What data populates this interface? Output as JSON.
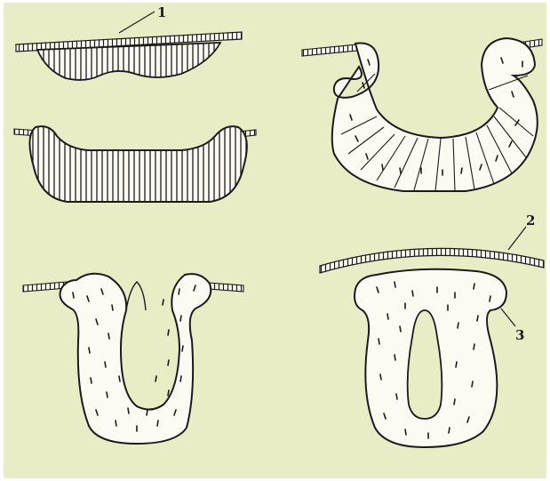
{
  "figure": {
    "labels": {
      "label_1": "1",
      "label_2": "2",
      "label_3": "3"
    },
    "colors": {
      "background": "#e9edc6",
      "tissue_fill": "#fbfbf4",
      "ink": "#1a1a1a"
    },
    "stages": [
      {
        "id": "stage-1-neural-plate"
      },
      {
        "id": "stage-2-neural-groove"
      },
      {
        "id": "stage-3-neural-folds"
      },
      {
        "id": "stage-4-folds-meeting"
      },
      {
        "id": "stage-5-neural-tube"
      }
    ]
  }
}
